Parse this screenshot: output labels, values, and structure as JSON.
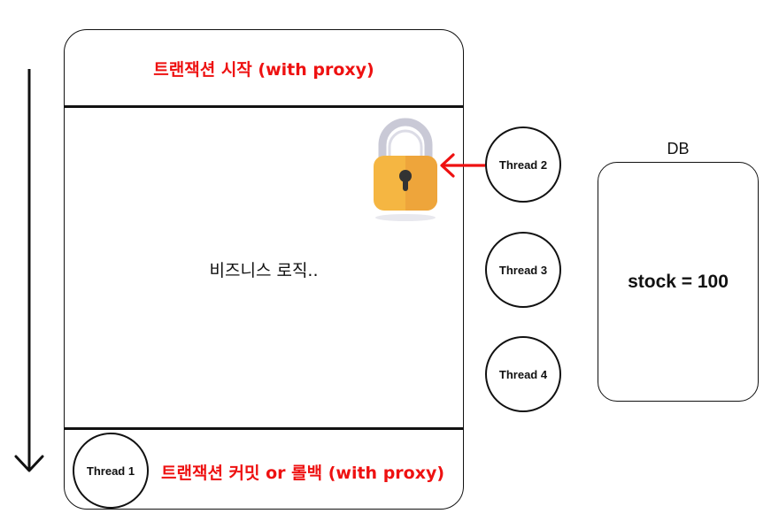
{
  "transaction": {
    "start_label": "트랜잭션 시작 (with proxy)",
    "business_logic": "비즈니스 로직..",
    "end_label": "트랜잭션 커밋 or 롤백 (with proxy)"
  },
  "threads": {
    "thread1": "Thread 1",
    "thread2": "Thread 2",
    "thread3": "Thread 3",
    "thread4": "Thread 4"
  },
  "db": {
    "label": "DB",
    "value": "stock = 100"
  },
  "colors": {
    "title_red": "#ee1111",
    "lock_body": "#f5b642",
    "lock_shackle": "#c9c9d6",
    "arrow_red": "#ee1111"
  },
  "icons": {
    "lock": "padlock-icon",
    "time_arrow": "arrow-down-icon",
    "wait_arrow": "arrow-left-icon"
  }
}
